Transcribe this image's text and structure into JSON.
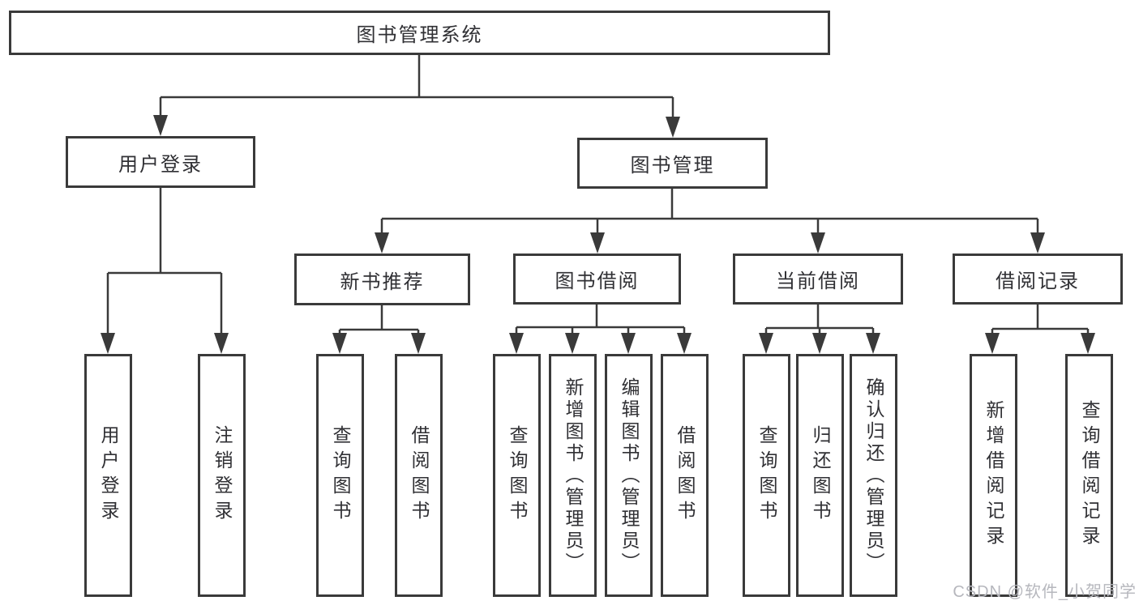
{
  "diagram": {
    "root": "图书管理系统",
    "branches": [
      {
        "label": "用户登录",
        "children": [
          "用户登录",
          "注销登录"
        ]
      },
      {
        "label": "图书管理",
        "sections": [
          {
            "label": "新书推荐",
            "children": [
              "查询图书",
              "借阅图书"
            ]
          },
          {
            "label": "图书借阅",
            "children": [
              "查询图书",
              "新增图书（管理员）",
              "编辑图书（管理员）",
              "借阅图书"
            ]
          },
          {
            "label": "当前借阅",
            "children": [
              "查询图书",
              "归还图书",
              "确认归还（管理员）"
            ]
          },
          {
            "label": "借阅记录",
            "children": [
              "新增借阅记录",
              "查询借阅记录"
            ]
          }
        ]
      }
    ]
  },
  "watermark": "CSDN @软件_小贺同学",
  "colors": {
    "line": "#3a3a3a",
    "box_border": "#3a3a3a",
    "text": "#303034",
    "background": "#ffffff",
    "watermark": "#b6b7bd"
  }
}
